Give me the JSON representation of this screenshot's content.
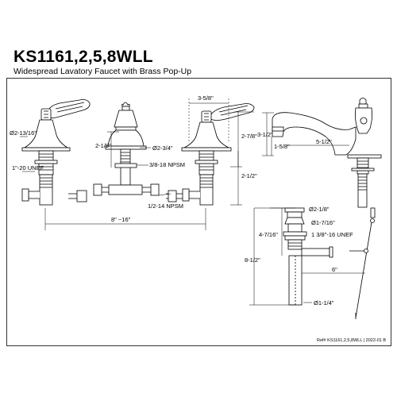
{
  "header": {
    "model": "KS1161,2,5,8WLL",
    "description": "Widespread Lavatory Faucet with Brass Pop-Up"
  },
  "dimensions": {
    "handle_spread": "3-5/8\"",
    "handle_base_dia": "Ø2-13/16\"",
    "handle_thread": "1\"-20 UNEF",
    "spout_base_dia": "Ø2-3/4\"",
    "spout_thread": "3/8-18 NPSM",
    "spout_shank": "2-1/8\"",
    "handle_height": "2-7/8\"",
    "shank_length": "2-1/2\"",
    "valve_thread": "1/2-14 NPSM",
    "center_spread": "8\" ~16\"",
    "spout_height": "3-1/2\"",
    "spout_outlet_height": "1-5/8\"",
    "spout_reach": "5-1/2\"",
    "drain_flange_dia": "Ø2-1/8\"",
    "drain_top_dia": "Ø1-7/16\"",
    "drain_thread": "1 3/8\"-16 UNEF",
    "drain_upper": "4-7/16\"",
    "drain_overall": "8-1/2\"",
    "lift_rod": "6\"",
    "tailpiece_dia": "Ø1-1/4\""
  },
  "footer": {
    "reference": "Ref# KS1161,2,5,8WLL | 2022-01 B"
  }
}
